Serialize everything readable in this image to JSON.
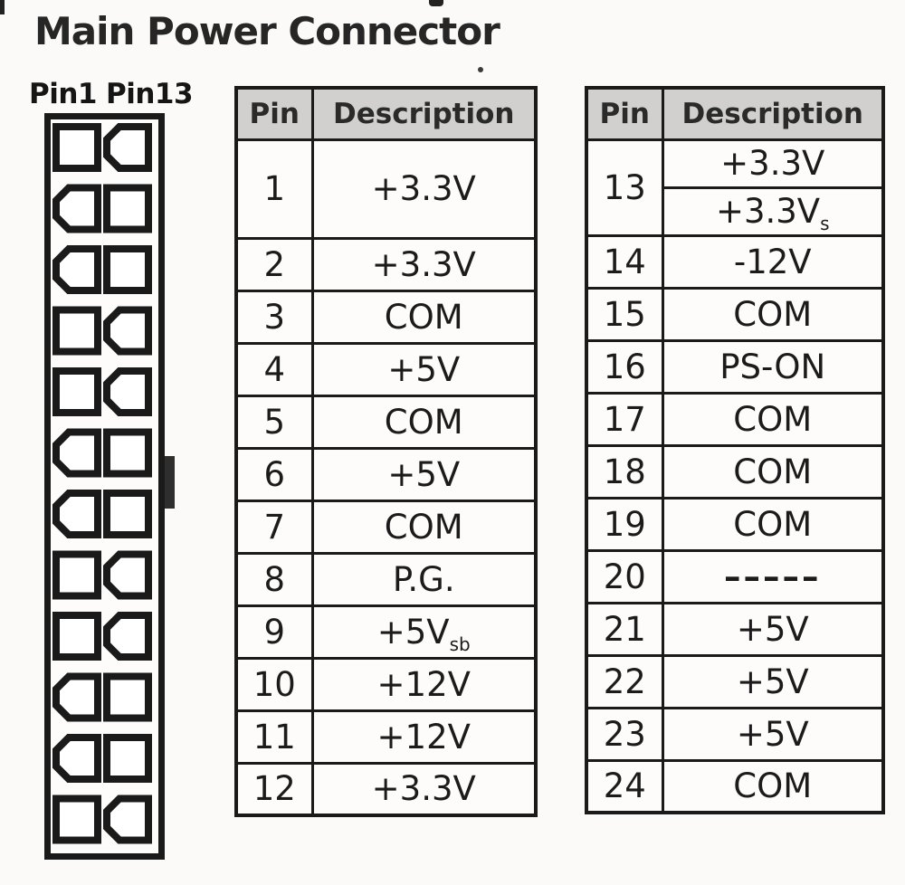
{
  "title": "Main Power Connector",
  "connector": {
    "label_pin1": "Pin1",
    "label_pin13": "Pin13",
    "rows": 12,
    "columns": 2,
    "chamfer_side": [
      "right",
      "left",
      "left",
      "right",
      "right",
      "left",
      "left",
      "right",
      "right",
      "left",
      "left",
      "right"
    ],
    "latch": "right-middle"
  },
  "tables": [
    {
      "headers": {
        "pin": "Pin",
        "description": "Description"
      },
      "rows": [
        {
          "pin": "1",
          "desc": "+3.3V",
          "tall": true
        },
        {
          "pin": "2",
          "desc": "+3.3V"
        },
        {
          "pin": "3",
          "desc": "COM"
        },
        {
          "pin": "4",
          "desc": "+5V"
        },
        {
          "pin": "5",
          "desc": "COM"
        },
        {
          "pin": "6",
          "desc": "+5V"
        },
        {
          "pin": "7",
          "desc": "COM"
        },
        {
          "pin": "8",
          "desc": "P.G."
        },
        {
          "pin": "9",
          "desc": "+5V",
          "sub": "sb"
        },
        {
          "pin": "10",
          "desc": "+12V"
        },
        {
          "pin": "11",
          "desc": "+12V"
        },
        {
          "pin": "12",
          "desc": "+3.3V"
        }
      ]
    },
    {
      "headers": {
        "pin": "Pin",
        "description": "Description"
      },
      "rows": [
        {
          "pin": "13",
          "split": [
            {
              "desc": "+3.3V"
            },
            {
              "desc": "+3.3V",
              "sub": "s"
            }
          ]
        },
        {
          "pin": "14",
          "desc": "-12V"
        },
        {
          "pin": "15",
          "desc": "COM"
        },
        {
          "pin": "16",
          "desc": "PS-ON"
        },
        {
          "pin": "17",
          "desc": "COM"
        },
        {
          "pin": "18",
          "desc": "COM"
        },
        {
          "pin": "19",
          "desc": "COM"
        },
        {
          "pin": "20",
          "desc": "–––––",
          "dashes": true
        },
        {
          "pin": "21",
          "desc": "+5V"
        },
        {
          "pin": "22",
          "desc": "+5V"
        },
        {
          "pin": "23",
          "desc": "+5V"
        },
        {
          "pin": "24",
          "desc": "COM"
        }
      ]
    }
  ],
  "colors": {
    "paper": "#fbfaf8",
    "table_line": "#1a1a1a",
    "header_bg": "#d2d0ce",
    "text": "#1d1d1d",
    "latch": "#2e2e2e"
  }
}
